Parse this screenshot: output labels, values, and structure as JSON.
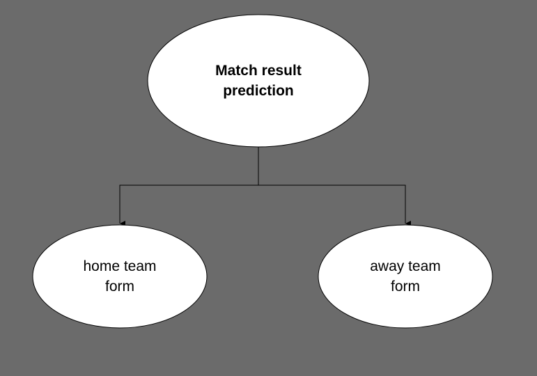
{
  "diagram": {
    "nodes": {
      "root": {
        "label": "Match result\nprediction"
      },
      "left": {
        "label": "home team\nform"
      },
      "right": {
        "label": "away team\nform"
      }
    },
    "edges": [
      {
        "from": "root",
        "to": "left"
      },
      {
        "from": "root",
        "to": "right"
      }
    ]
  },
  "colors": {
    "background": "#6b6b6b",
    "node_fill": "#ffffff",
    "stroke": "#000000"
  }
}
